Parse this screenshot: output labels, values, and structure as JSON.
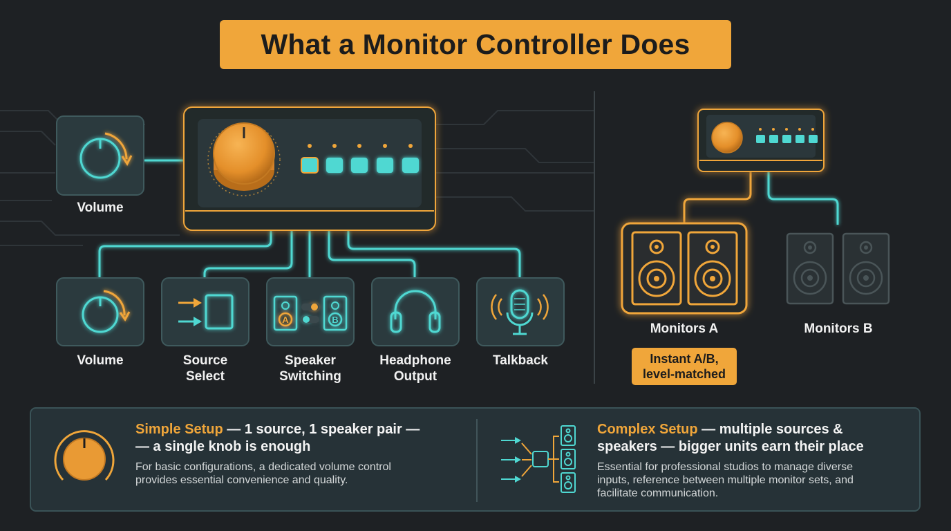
{
  "title": "What a Monitor Controller Does",
  "top_feature": {
    "label": "Volume",
    "icon": "volume-knob-icon"
  },
  "features": [
    {
      "label": "Volume",
      "icon": "volume-knob-icon"
    },
    {
      "label": "Source Select",
      "icon": "source-select-icon"
    },
    {
      "label": "Speaker Switching",
      "icon": "speaker-switch-icon",
      "letters": [
        "A",
        "B"
      ]
    },
    {
      "label": "Headphone Output",
      "icon": "headphones-icon"
    },
    {
      "label": "Talkback",
      "icon": "microphone-icon"
    }
  ],
  "monitors": {
    "a_label": "Monitors A",
    "b_label": "Monitors B",
    "badge_line1": "Instant A/B,",
    "badge_line2": "level-matched"
  },
  "simple": {
    "title_highlight": "Simple Setup",
    "title_rest_line1": " — 1 source, 1 speaker pair —",
    "title_line2": "— a single knob is enough",
    "desc_line1": "For basic configurations, a dedicated volume control",
    "desc_line2": "provides essential convenience and quality."
  },
  "complex": {
    "title_highlight": "Complex Setup",
    "title_rest_line1": " — multiple sources &",
    "title_line2": "speakers — bigger units earn their place",
    "desc_line1": "Essential for professional studios to manage diverse",
    "desc_line2": "inputs, reference between multiple monitor sets, and",
    "desc_line3": "facilitate communication."
  },
  "colors": {
    "background": "#1e2124",
    "accent_orange": "#f0a63a",
    "accent_teal": "#4fd8d2",
    "tile": "#2b3a3e",
    "tile_border": "#3f5a5d"
  }
}
